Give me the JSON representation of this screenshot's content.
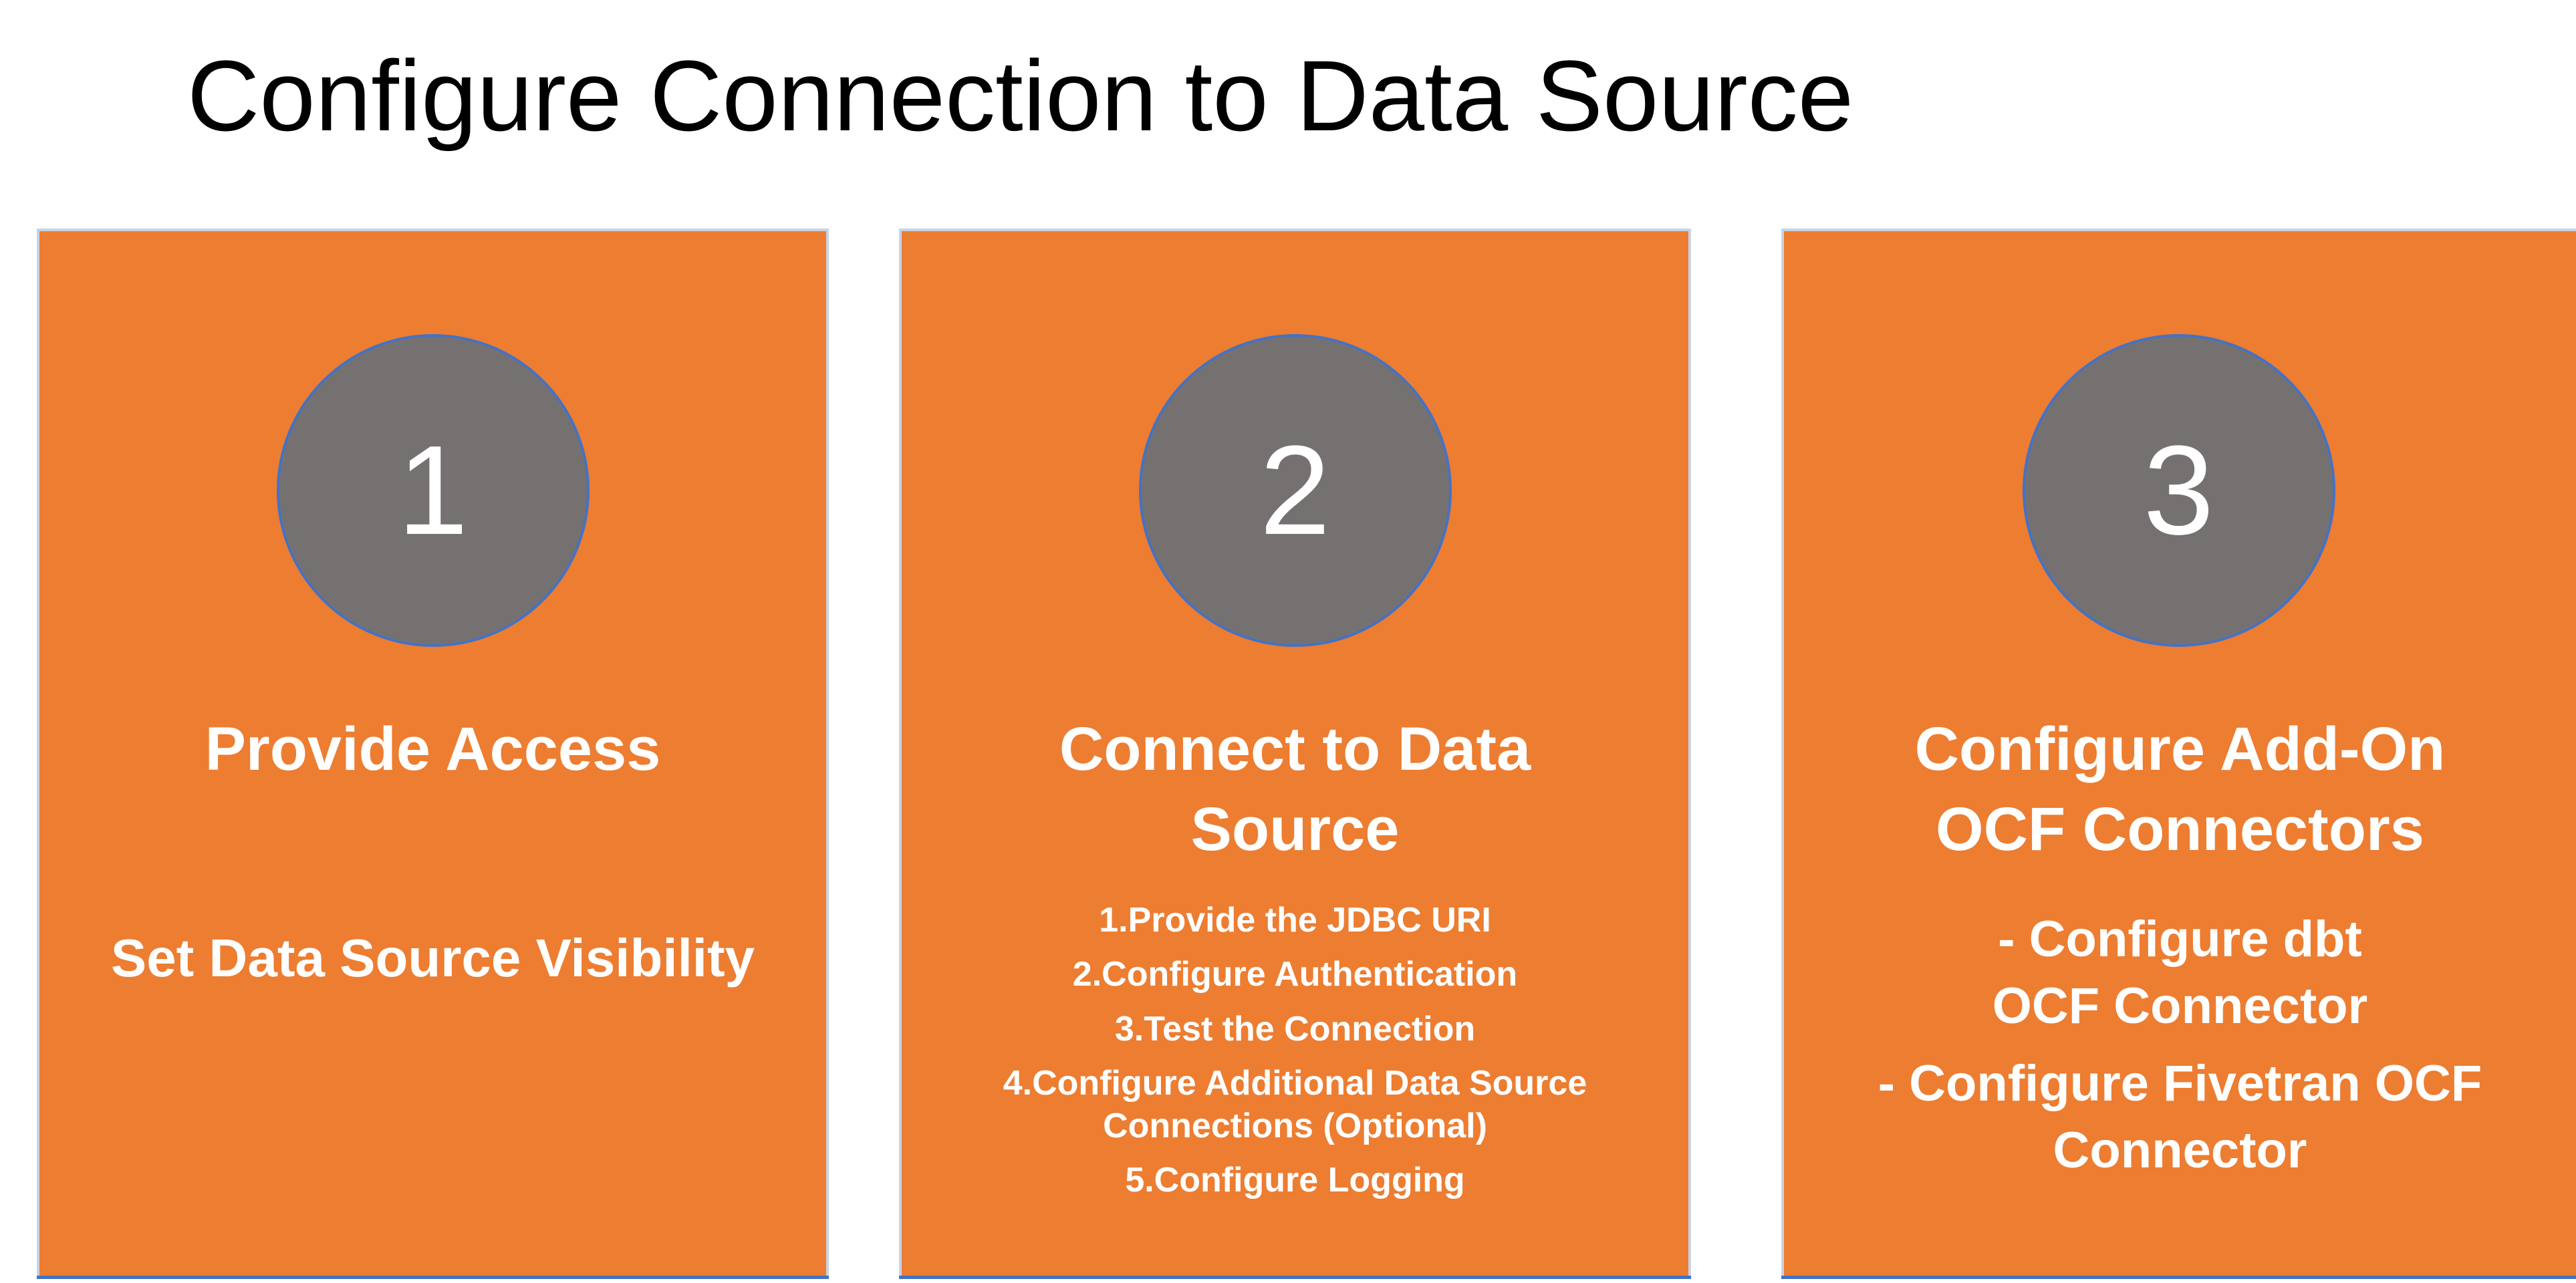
{
  "title": "Configure Connection to Data Source",
  "colors": {
    "card": "#ED7D31",
    "circle": "#767171",
    "circle_border": "#4472C4",
    "text_on_card": "#FFFFFF"
  },
  "cards": [
    {
      "number": "1",
      "title": "Provide Access",
      "body": "Set Data Source Visibility"
    },
    {
      "number": "2",
      "title": "Connect to Data Source",
      "steps": [
        "1.Provide the JDBC URI",
        "2.Configure Authentication",
        "3.Test the Connection",
        "4.Configure Additional Data Source Connections (Optional)",
        "5.Configure Logging"
      ]
    },
    {
      "number": "3",
      "title": "Configure Add-On OCF Connectors",
      "items": [
        "- Configure dbt OCF Connector",
        "- Configure Fivetran OCF Connector"
      ]
    }
  ]
}
